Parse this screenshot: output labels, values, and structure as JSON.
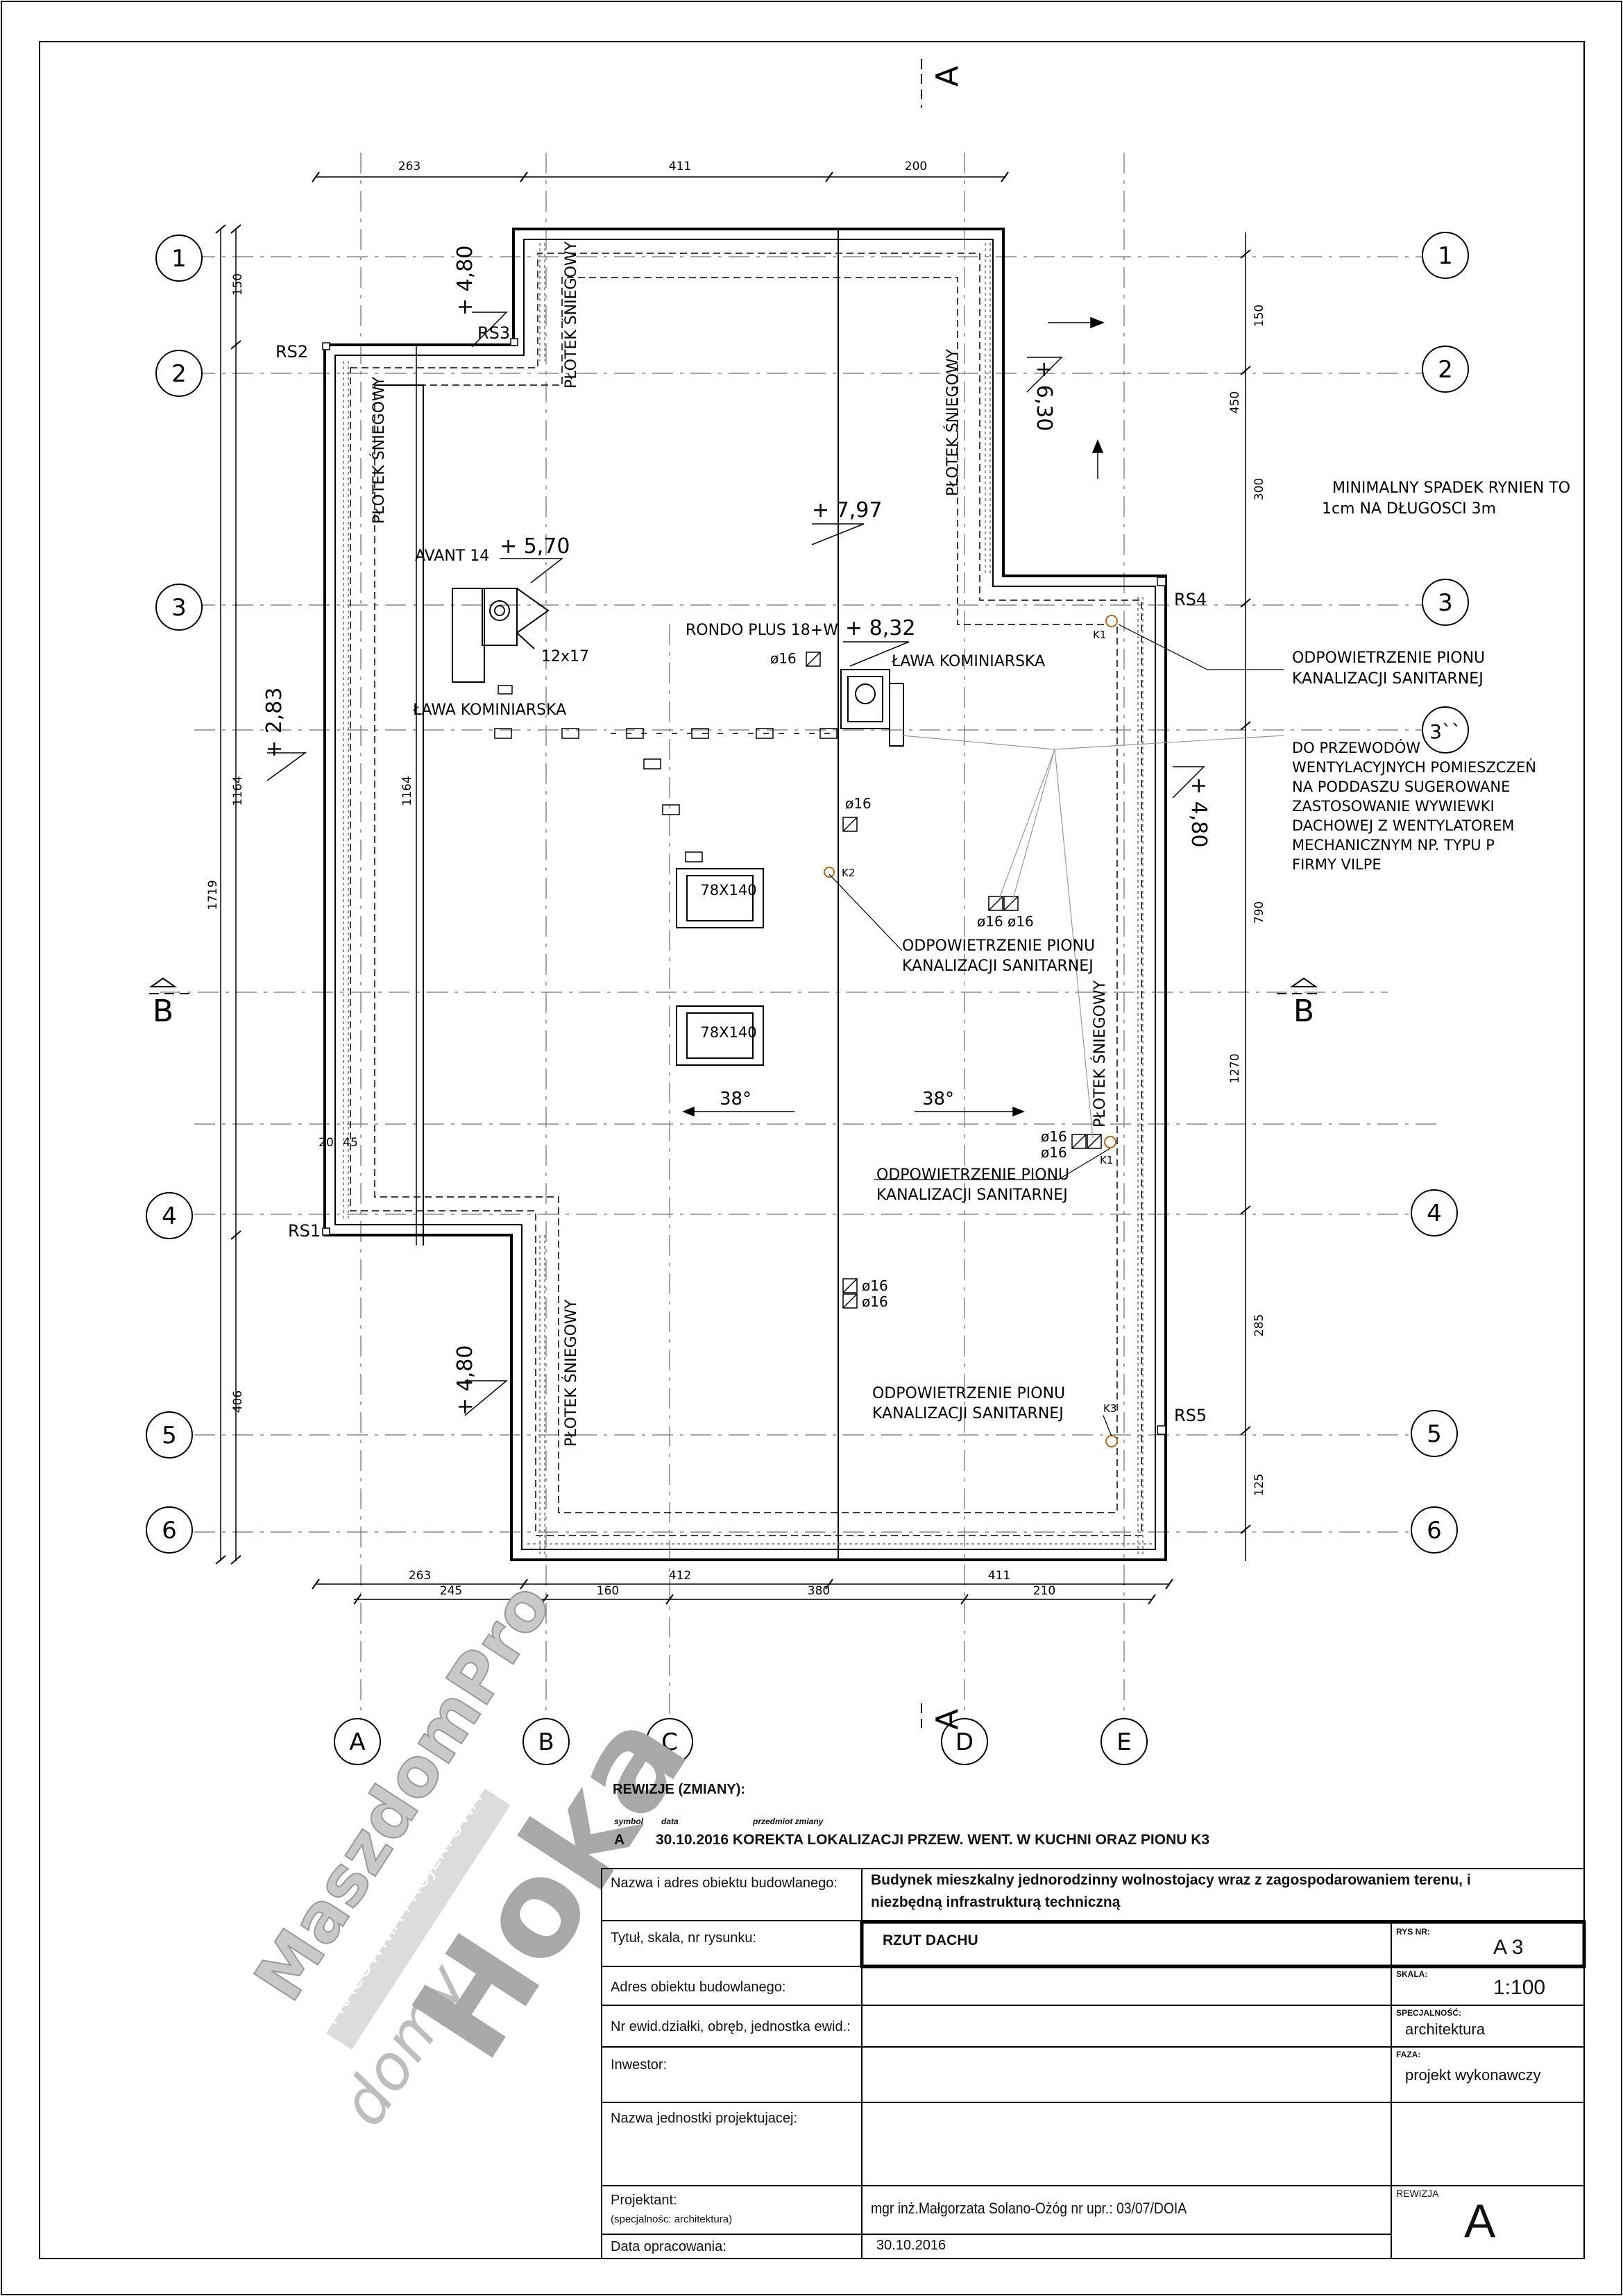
{
  "drawing": {
    "section_mark_top": "A",
    "section_mark_bottom": "A",
    "section_mark_left": "B",
    "section_mark_right": "B",
    "top_dims": [
      "263",
      "411",
      "200"
    ],
    "bottom_dims_outer": [
      "263",
      "412",
      "411"
    ],
    "bottom_dims_inner": [
      "245",
      "160",
      "380",
      "210"
    ],
    "left_dims": [
      "150",
      "1164",
      "1719",
      "406"
    ],
    "left_inner_dim": "1164",
    "right_dims": [
      "150",
      "450",
      "300",
      "790",
      "1270",
      "285",
      "125"
    ],
    "small_dims": [
      "20",
      "45"
    ],
    "rows": [
      "1",
      "2",
      "3",
      "3``",
      "4",
      "5",
      "6"
    ],
    "cols": [
      "A",
      "B",
      "C",
      "D",
      "E"
    ],
    "rs_labels": [
      "RS1",
      "RS2",
      "RS3",
      "RS4",
      "RS5"
    ],
    "snow_guard": "PŁOTEK ŚNIEGOWY",
    "levels": [
      "+ 4,80",
      "+ 6,30",
      "+ 7,97",
      "+ 5,70",
      "+ 8,32",
      "+ 2,83",
      "+ 4,80",
      "+ 4,80"
    ],
    "chimney_left": "AVANT 14",
    "chimney_size": "12x17",
    "chimney_right": "RONDO PLUS 18+W",
    "ladder_left": "ŁAWA KOMINIARSKA",
    "ladder_right": "ŁAWA KOMINIARSKA",
    "windows": [
      "78X140",
      "78X140"
    ],
    "slopes": [
      "38°",
      "38°"
    ],
    "pipe_dia": "ø16",
    "pipe_dia_pair": "ø16 ø16",
    "k_labels": [
      "K1",
      "K1",
      "K2",
      "K3"
    ],
    "vent_note_l1": "ODPOWIETRZENIE PIONU",
    "vent_note_l2": "KANALIZACJI SANITARNEJ",
    "gutter_note": [
      "MINIMALNY SPADEK RYNIEN TO",
      "1cm NA DŁUGOSCI 3m"
    ],
    "vent_sugg_note": [
      "DO PRZEWODÓW",
      "WENTYLACYJNYCH POMIESZCZEŃ",
      "NA PODDASZU SUGEROWANE",
      "ZASTOSOWANIE WYWIEWKI",
      "DACHOWEJ Z WENTYLATOREM",
      "MECHANICZNYM NP. TYPU P",
      "FIRMY VILPE"
    ]
  },
  "watermark": {
    "brand": "MaszdomPro",
    "sub": "PRACOWNIA PROJEKTOWA",
    "script": "domy",
    "name": "Hoka"
  },
  "revisions": {
    "heading": "REWIZJE (ZMIANY):",
    "col_symbol": "symbol",
    "col_date": "data",
    "col_subject": "przedmiot zmiany",
    "row_symbol": "A",
    "row_text": "30.10.2016 KOREKTA LOKALIZACJI PRZEW. WENT. W KUCHNI ORAZ PIONU K3"
  },
  "title_block": {
    "object_label": "Nazwa i adres obiektu budowlanego:",
    "object_value_l1": "Budynek mieszkalny jednorodzinny wolnostojacy wraz z zagospodarowaniem terenu, i",
    "object_value_l2": "niezbędną infrastrukturą techniczną",
    "title_label": "Tytuł, skala, nr rysunku:",
    "title_value": "RZUT DACHU",
    "rys_label": "RYS NR:",
    "rys_value": "A 3",
    "address_label": "Adres obiektu budowlanego:",
    "scale_label": "SKALA:",
    "scale_value": "1:100",
    "parcel_label": "Nr ewid.działki, obręb, jednostka ewid.:",
    "spec_label": "SPECJALNOŚĆ:",
    "spec_value": "architektura",
    "investor_label": "Inwestor:",
    "phase_label": "FAZA:",
    "phase_value": "projekt wykonawczy",
    "unit_label": "Nazwa jednostki projektujacej:",
    "designer_label": "Projektant:",
    "designer_sub": "(specjalnośc: architektura)",
    "designer_value": "mgr inż.Małgorzata Solano-Ożóg nr upr.: 03/07/DOIA",
    "revision_label": "REWIZJA",
    "revision_value": "A",
    "date_label": "Data opracowania:",
    "date_value": "30.10.2016"
  }
}
